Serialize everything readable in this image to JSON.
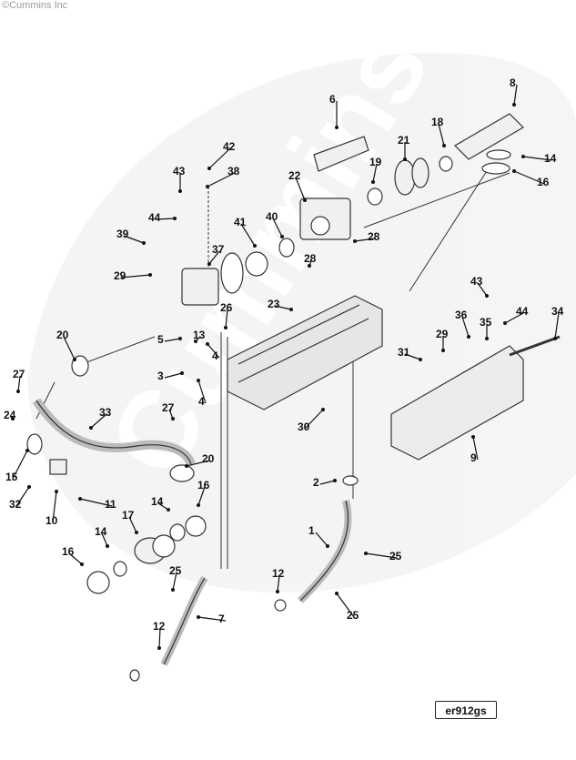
{
  "copyright": "©Cummins Inc",
  "watermark": "Cummins",
  "figure_id": "er912gs",
  "callouts": [
    "42",
    "6",
    "8",
    "43",
    "38",
    "18",
    "21",
    "14",
    "19",
    "16",
    "22",
    "44",
    "41",
    "40",
    "39",
    "37",
    "28",
    "28",
    "29",
    "26",
    "23",
    "43",
    "20",
    "5",
    "13",
    "4",
    "36",
    "35",
    "44",
    "34",
    "31",
    "29",
    "27",
    "3",
    "4",
    "24",
    "33",
    "27",
    "30",
    "9",
    "15",
    "20",
    "32",
    "11",
    "16",
    "2",
    "10",
    "14",
    "17",
    "1",
    "25",
    "14",
    "16",
    "12",
    "25",
    "7",
    "25",
    "12"
  ]
}
